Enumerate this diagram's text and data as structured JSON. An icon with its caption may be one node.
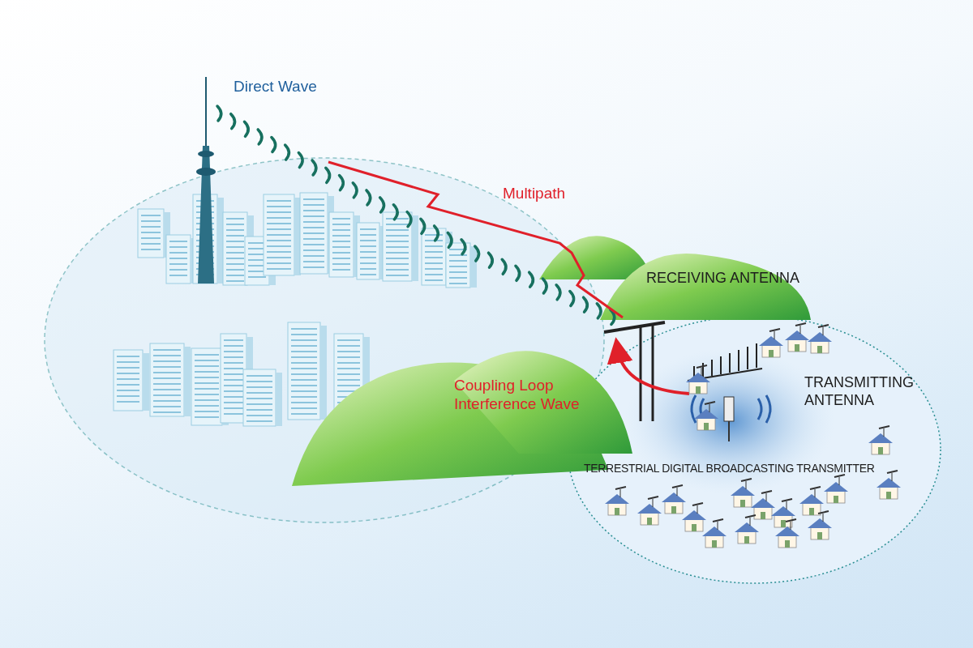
{
  "diagram": {
    "labels": [
      "Direct Wave",
      "Multipath",
      "RECEIVING ANTENNA",
      "Coupling Loop Interference Wave",
      "TRANSMITTING ANTENNA",
      "TERRESTRIAL DIGITAL BROADCASTING TRANSMITTER"
    ]
  }
}
